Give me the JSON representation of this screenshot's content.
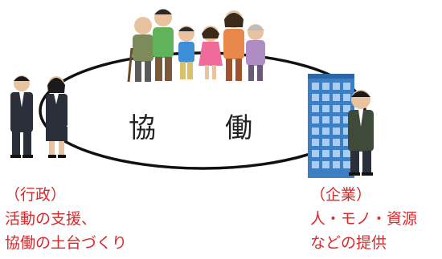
{
  "center": {
    "left": "協",
    "right": "働"
  },
  "government": {
    "heading": "（行政）",
    "line1": "活動の支援、",
    "line2": "協働の土台づくり"
  },
  "business": {
    "heading": "（企業）",
    "line1": "人・モノ・資源",
    "line2": "などの提供"
  },
  "colors": {
    "label_text": "#d9282a",
    "ring": "#111111",
    "suit": "#2b2f3a",
    "building": "#3e7fc4"
  },
  "icons": [
    "community-family-icon",
    "government-officials-icon",
    "company-building-icon",
    "business-worker-icon"
  ]
}
